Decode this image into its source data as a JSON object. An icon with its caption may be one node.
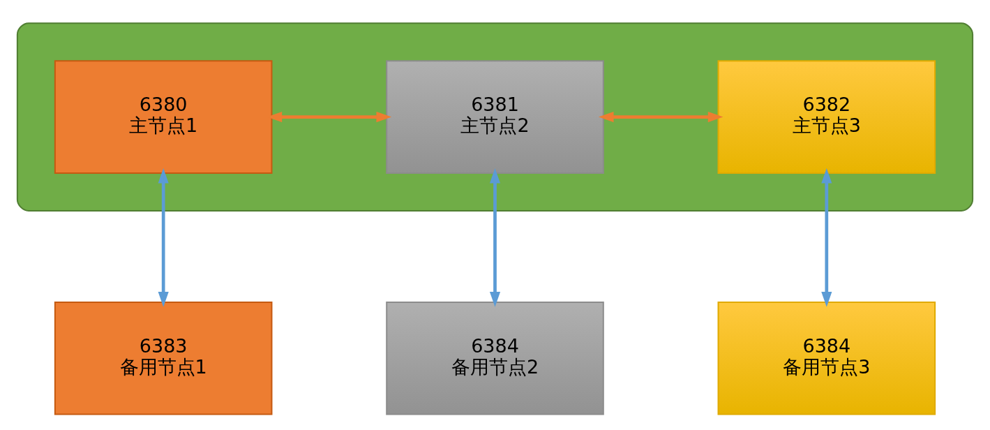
{
  "diagram": {
    "nodes": [
      {
        "text": [],
        "shape": "box"
      },
      {
        "text": [
          "6380",
          "主节点1"
        ],
        "in": 0
      },
      {
        "text": [
          "6381",
          "主节点2"
        ],
        "in": 0
      },
      {
        "text": [
          "6382",
          "主节点3"
        ],
        "in": 0
      },
      {
        "text": [
          "6383",
          "备用节点1"
        ]
      },
      {
        "text": [
          "6384",
          "备用节点2"
        ]
      },
      {
        "text": [
          "6384",
          "备用节点3"
        ]
      }
    ],
    "edges": [
      {
        "from": 1,
        "to": 2,
        "arrow": "both",
        "color": "#ed7d31"
      },
      {
        "from": 2,
        "to": 3,
        "arrow": "both",
        "color": "#ed7d31"
      },
      {
        "from": 1,
        "to": 4,
        "arrow": "both"
      },
      {
        "from": 2,
        "to": 5,
        "arrow": "both"
      },
      {
        "from": 3,
        "to": 6,
        "arrow": "both"
      }
    ]
  }
}
